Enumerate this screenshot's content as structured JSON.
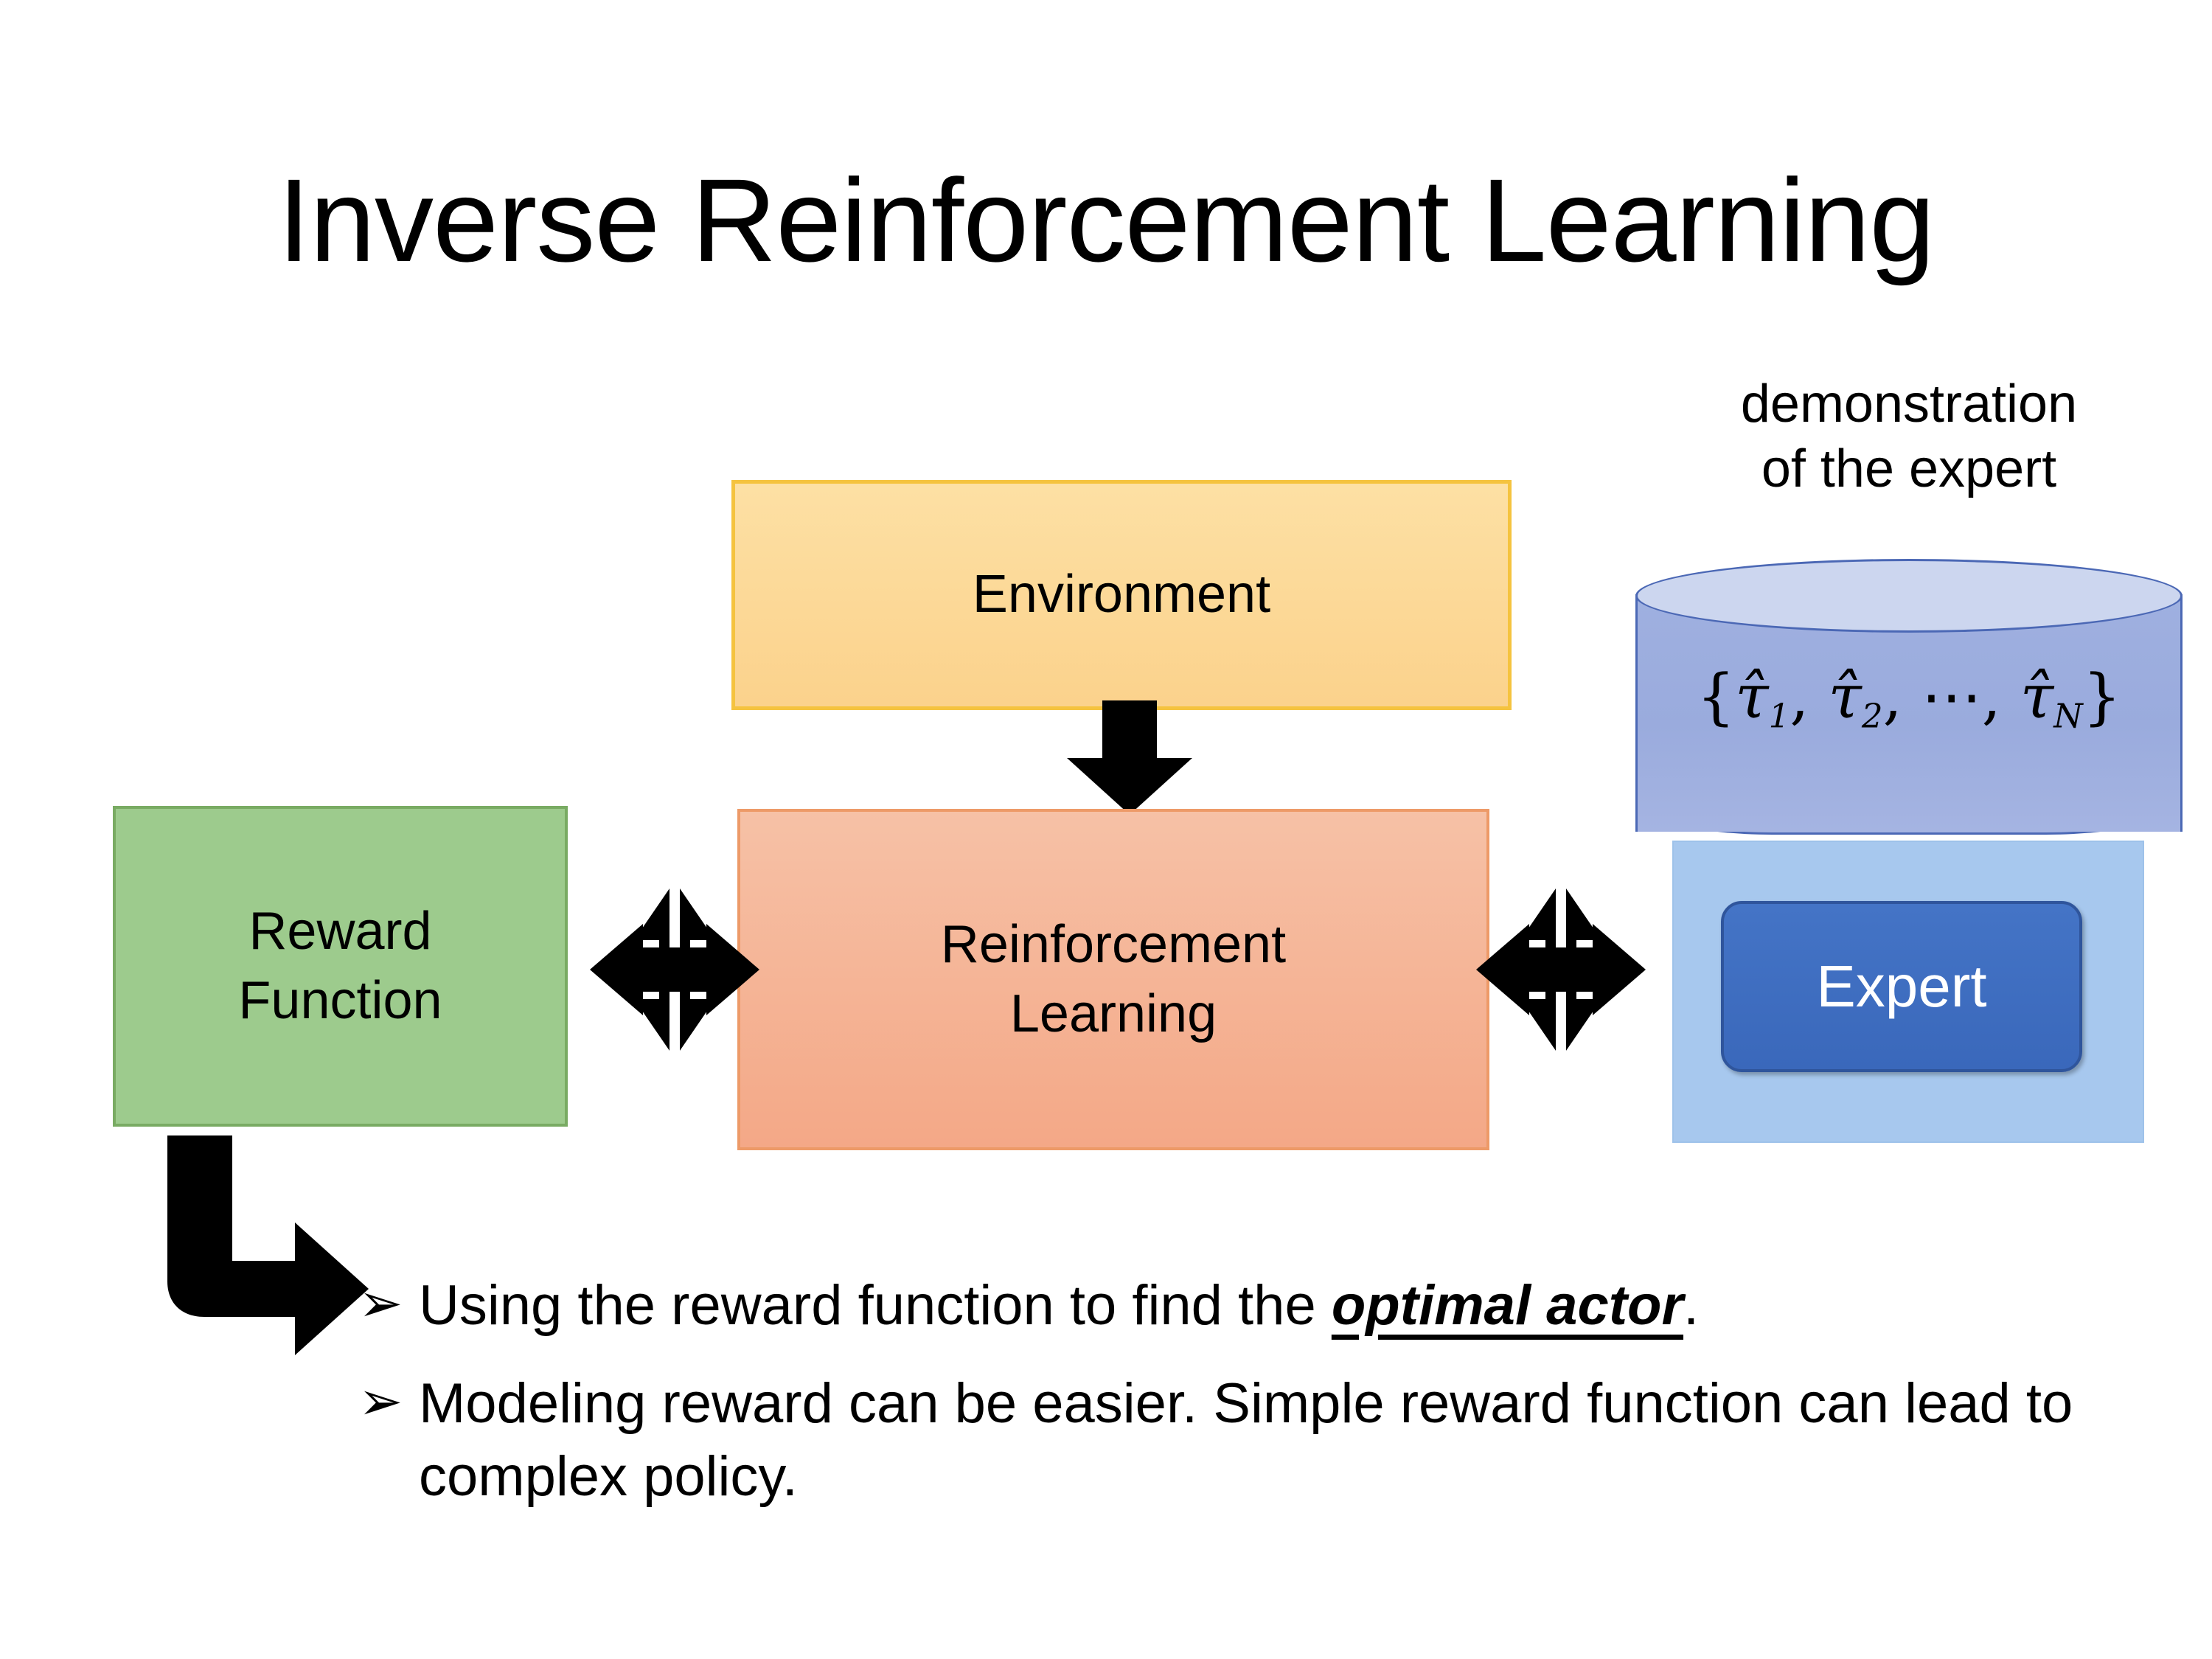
{
  "slide": {
    "title": "Inverse Reinforcement Learning",
    "background_color": "#ffffff"
  },
  "diagram": {
    "environment_box": {
      "label": "Environment",
      "fill_color": "#fbd28c",
      "border_color": "#f5c33f"
    },
    "reinforcement_learning_box": {
      "line1": "Reinforcement",
      "line2": "Learning",
      "fill_color": "#f4a887",
      "border_color": "#ed9a68"
    },
    "reward_function_box": {
      "line1": "Reward",
      "line2": "Function",
      "fill_color": "#9dcb8d",
      "border_color": "#79ab63"
    },
    "expert_group": {
      "caption_line1": "demonstration",
      "caption_line2": "of the expert",
      "cylinder_label_prefix": "{",
      "cylinder_label": "{τ̂1, τ̂2, ⋯, τ̂N}",
      "cylinder_tokens": {
        "open_brace": "{",
        "tau1": "τ̂",
        "sub1": "1",
        "comma1": ", ",
        "tau2": "τ̂",
        "sub2": "2",
        "comma2": ", ",
        "ellipsis": "⋯",
        "comma3": ", ",
        "tau3": "τ̂",
        "sub3": "N",
        "close_brace": "}"
      },
      "expert_label": "Expert",
      "panel_color": "#a7c8ee",
      "cylinder_body_color": "#9aabdd",
      "cylinder_top_color": "#ccd6ef",
      "cylinder_outline_color": "#4b68b5",
      "expert_box_color": "#3a68bb",
      "expert_text_color": "#ffffff"
    },
    "arrows": {
      "environment_to_rl": "down-arrow",
      "reward_to_rl": "bidirectional-quad-arrow",
      "rl_to_expert": "bidirectional-quad-arrow",
      "reward_to_bullet": "elbow-arrow",
      "color": "#000000"
    }
  },
  "bullets": [
    {
      "marker": "➢",
      "prefix": "Using the reward function to find the ",
      "emphasis": "optimal actor",
      "suffix": "."
    },
    {
      "marker": "➢",
      "prefix": "Modeling reward can be easier. Simple reward function can lead to complex policy.",
      "emphasis": "",
      "suffix": ""
    }
  ]
}
